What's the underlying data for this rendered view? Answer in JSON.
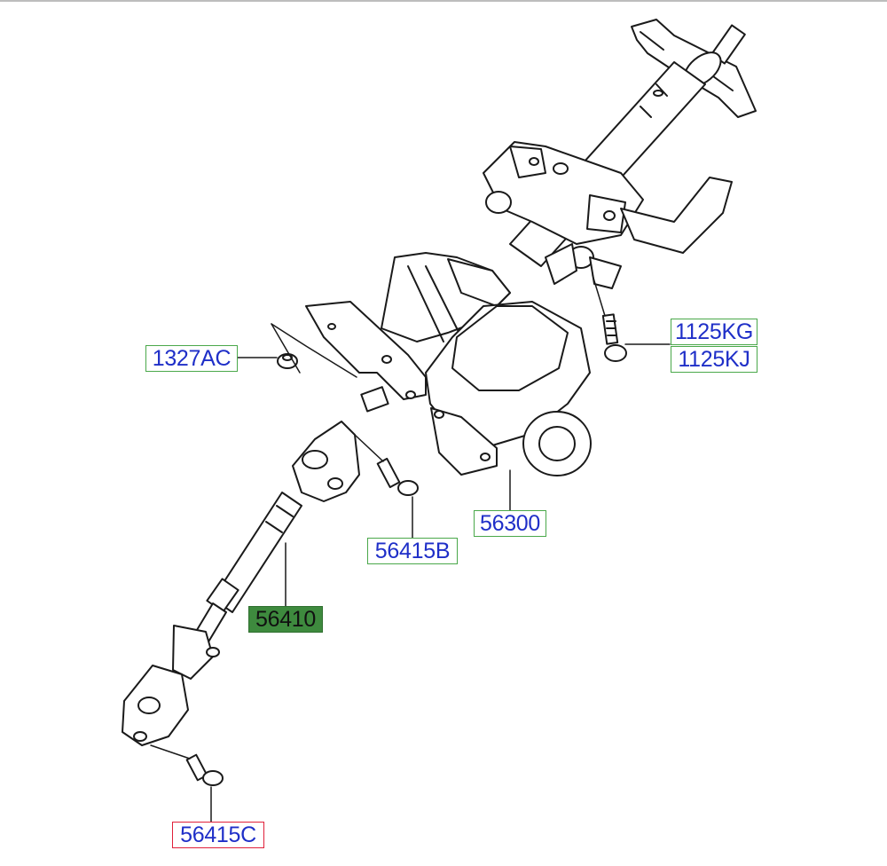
{
  "callouts": {
    "lbl_1327AC": "1327AC",
    "lbl_1125KG": "1125KG",
    "lbl_1125KJ": "1125KJ",
    "lbl_56300": "56300",
    "lbl_56415B": "56415B",
    "lbl_56410": "56410",
    "lbl_56415C": "56415C"
  },
  "colors": {
    "label_text": "#1f2fc8",
    "label_border": "#4aa84a",
    "highlight_fill": "#3e8a3e",
    "selected_border": "#e0203a",
    "line_art": "#1a1a1a"
  }
}
